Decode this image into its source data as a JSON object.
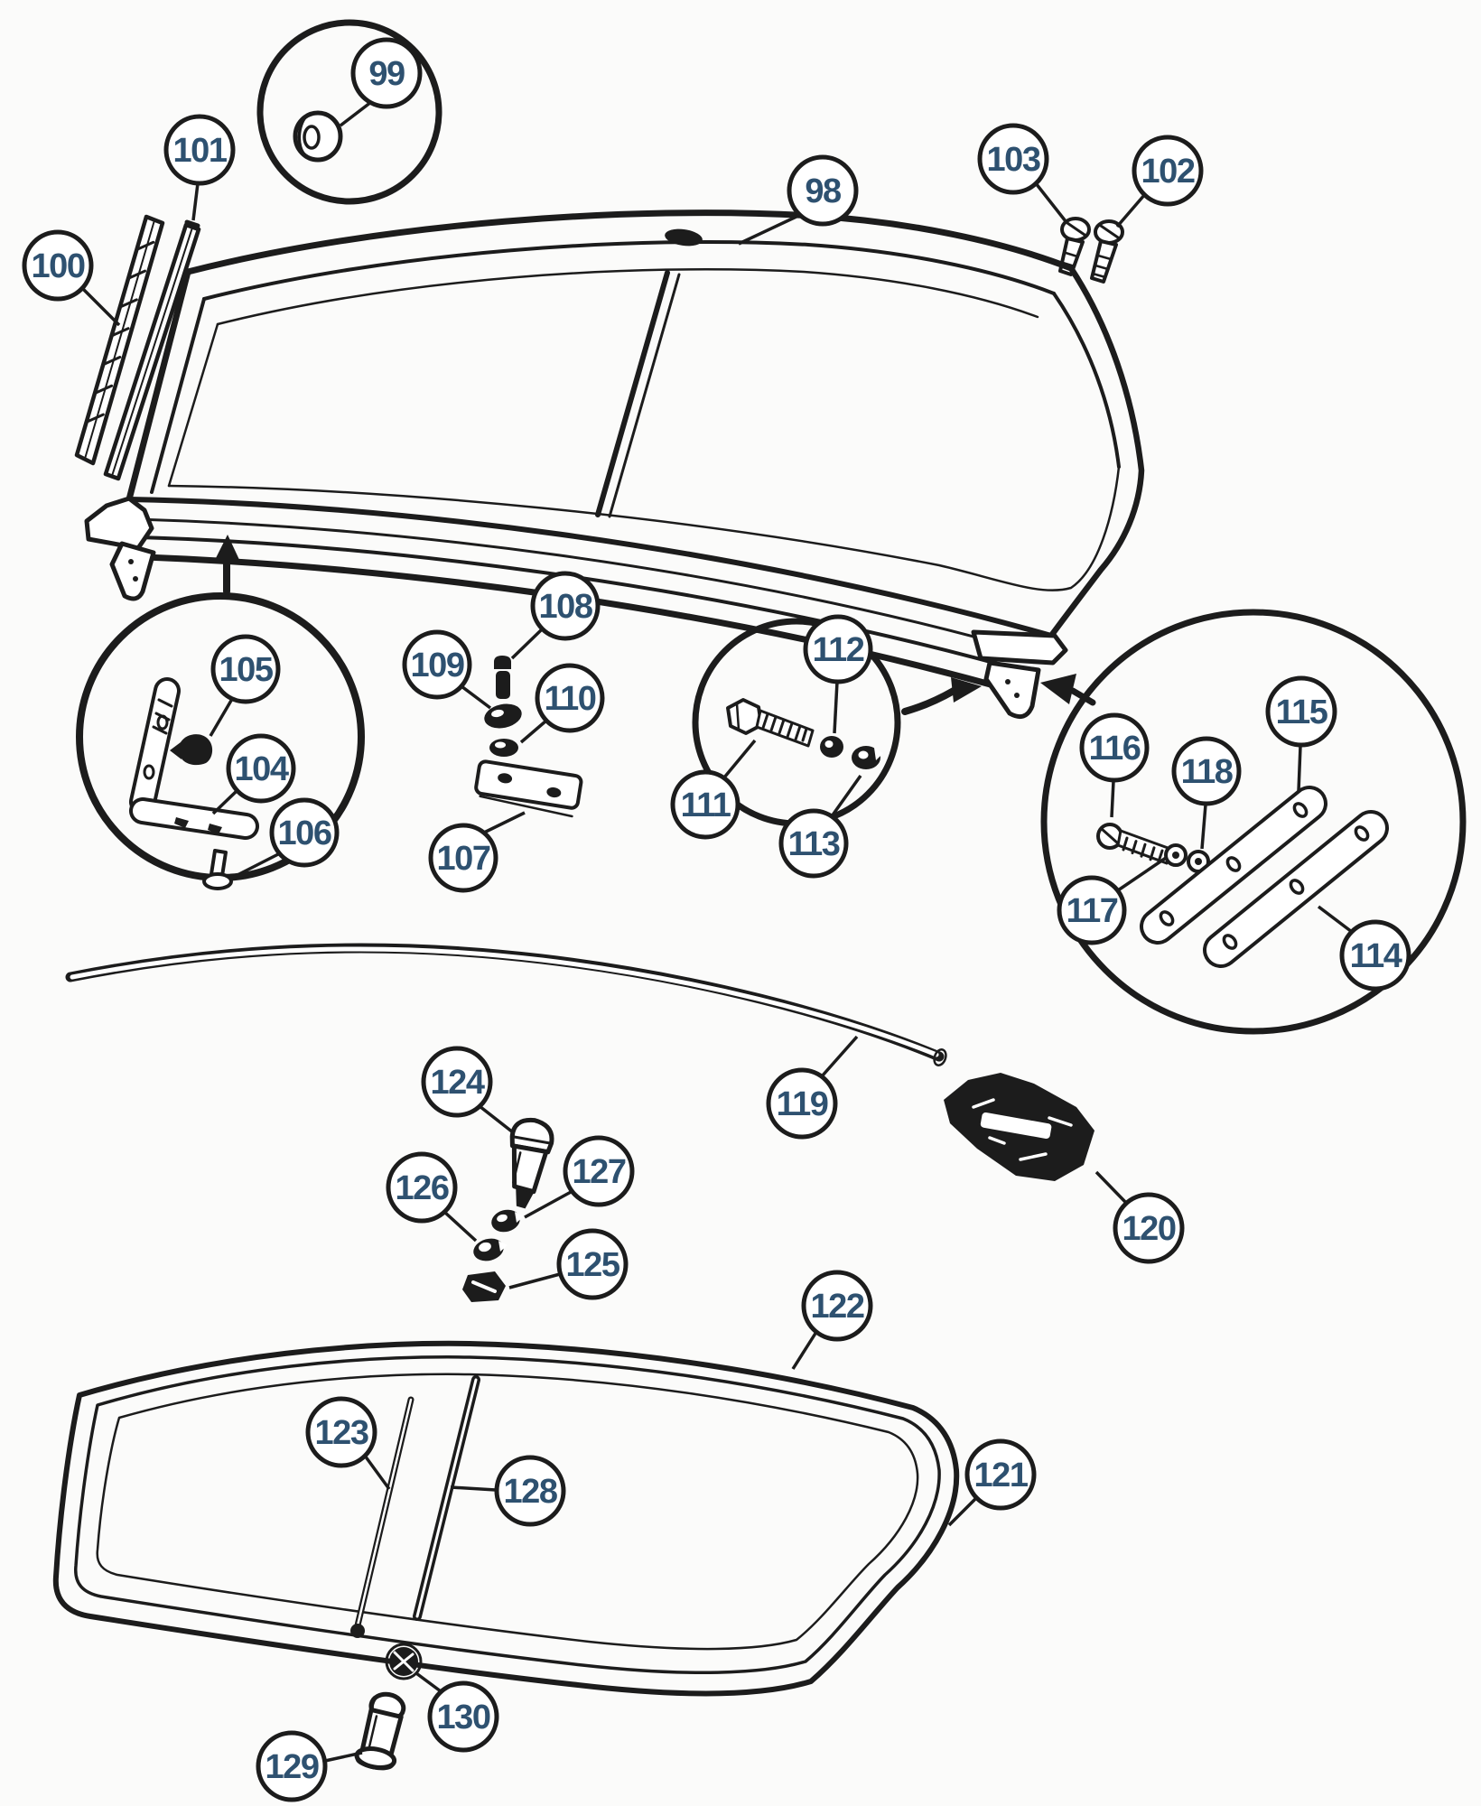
{
  "colors": {
    "background": "#fbfbfa",
    "ink": "#1c1c1c",
    "callout_fill": "#ffffff",
    "callout_stroke": "#1c1c1c",
    "callout_number": "#2e5170"
  },
  "callouts": {
    "c98": "98",
    "c99": "99",
    "c100": "100",
    "c101": "101",
    "c102": "102",
    "c103": "103",
    "c104": "104",
    "c105": "105",
    "c106": "106",
    "c107": "107",
    "c108": "108",
    "c109": "109",
    "c110": "110",
    "c111": "111",
    "c112": "112",
    "c113": "113",
    "c114": "114",
    "c115": "115",
    "c116": "116",
    "c117": "117",
    "c118": "118",
    "c119": "119",
    "c120": "120",
    "c121": "121",
    "c122": "122",
    "c123": "123",
    "c124": "124",
    "c125": "125",
    "c126": "126",
    "c127": "127",
    "c128": "128",
    "c129": "129",
    "c130": "130"
  }
}
